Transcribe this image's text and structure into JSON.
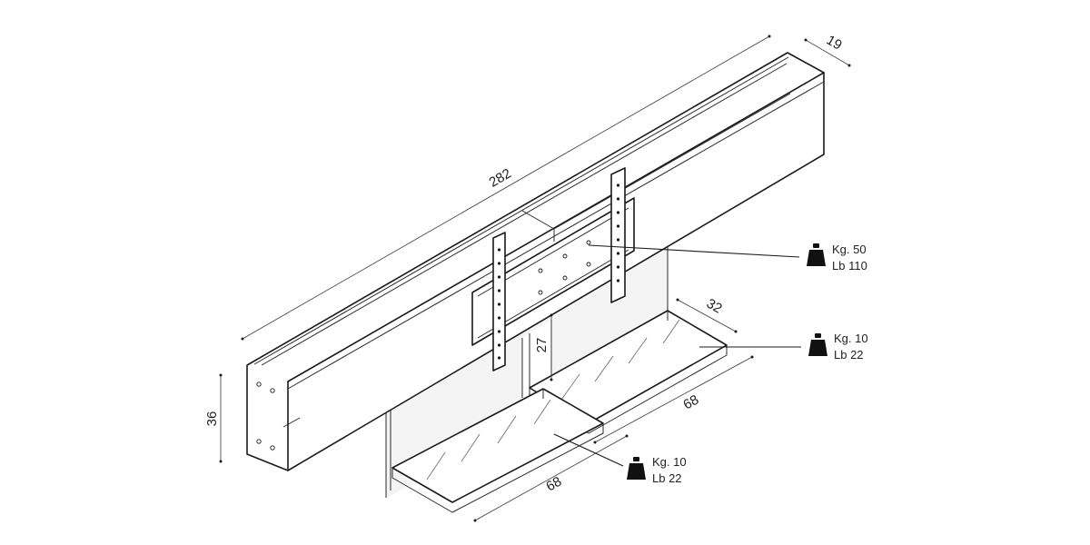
{
  "dimensions": {
    "length": "282",
    "depth": "19",
    "height": "36",
    "shelf_depth": "32",
    "panel_height": "27",
    "shelf_width_right": "68",
    "shelf_width_left": "68"
  },
  "loads": {
    "tv_mount": {
      "kg": "Kg. 50",
      "lb": "Lb  110"
    },
    "shelf_right": {
      "kg": "Kg. 10",
      "lb": "Lb  22"
    },
    "shelf_left": {
      "kg": "Kg. 10",
      "lb": "Lb  22"
    }
  },
  "icons": {
    "weight": "weight-icon"
  }
}
